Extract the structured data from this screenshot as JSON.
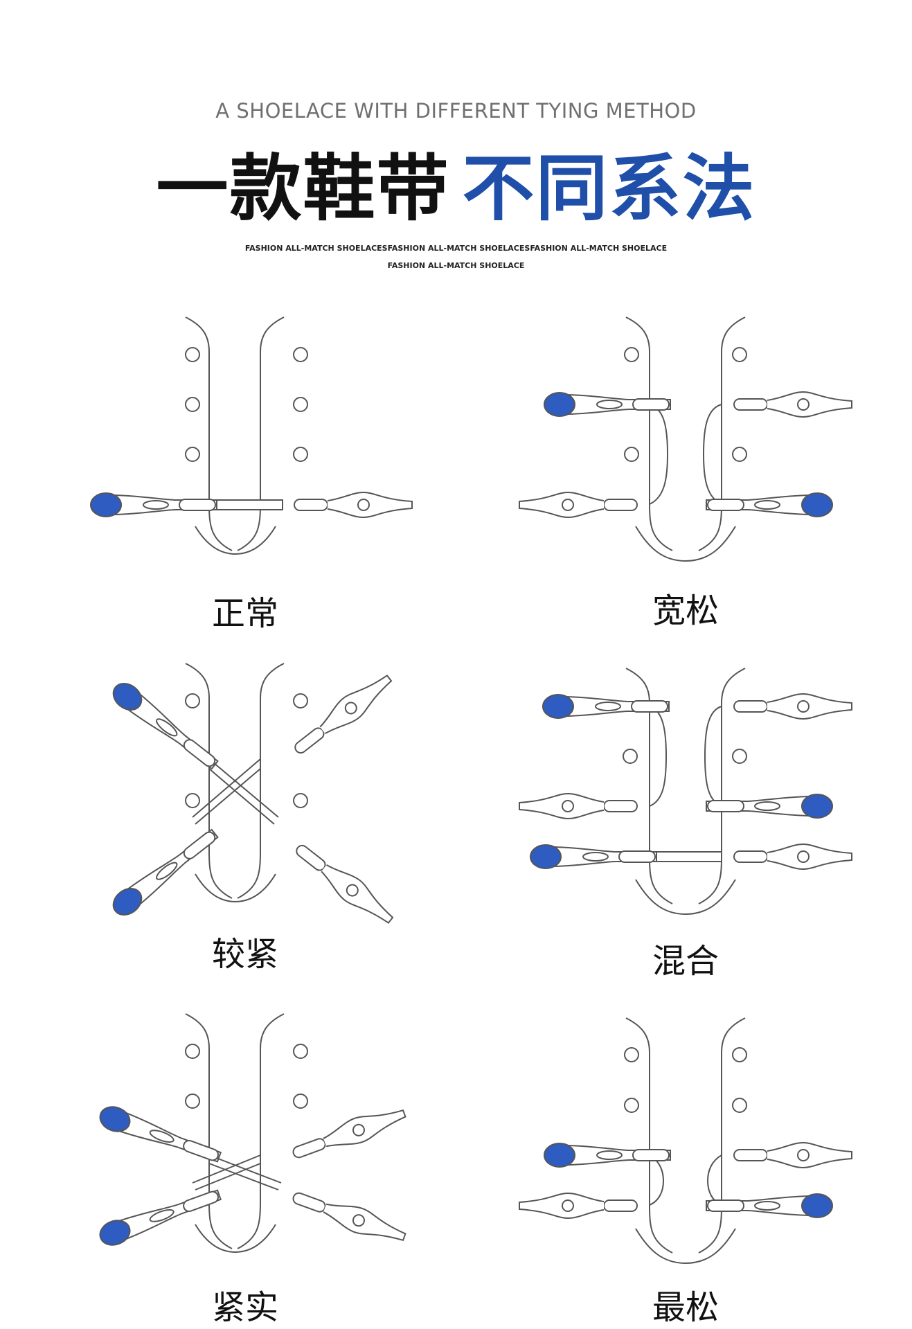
{
  "header": {
    "subtitle": "A SHOELACE WITH DIFFERENT TYING METHOD",
    "title_black": "一款鞋带",
    "title_blue": "不同系法",
    "tagline_1": "FASHION ALL-MATCH SHOELACESFASHION ALL-MATCH SHOELACESFASHION ALL-MATCH SHOELACE",
    "tagline_2": "FASHION ALL-MATCH SHOELACE"
  },
  "methods": [
    {
      "label": "正常"
    },
    {
      "label": "宽松"
    },
    {
      "label": "较紧"
    },
    {
      "label": "混合"
    },
    {
      "label": "紧实"
    },
    {
      "label": "最松"
    }
  ],
  "colors": {
    "accent": "#1f4fa8",
    "outline": "#555555"
  }
}
